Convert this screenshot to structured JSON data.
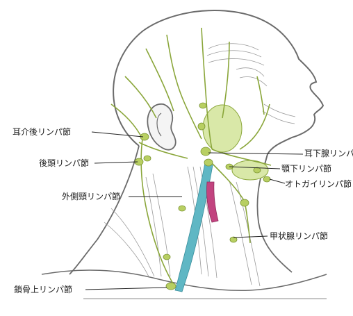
{
  "labels": {
    "posterior_auricular": "耳介後リンパ節",
    "occipital": "後頭リンパ節",
    "external_lateral": "外側頸リンパ節",
    "supraclavicular": "鎖骨上リンパ節",
    "infraauricular": "耳下腺リンパ節",
    "submandibular": "顎下リンパ節",
    "submental": "オトガイリンパ節",
    "thyroid": "甲状腺リンパ節"
  },
  "colors": {
    "line_art": "#6b6b6b",
    "lymph_vessel": "#8aa63a",
    "lymph_node": "#b8cf62",
    "gland": "#d9e8a8",
    "jugular_vein": "#5fb7c4",
    "carotid_artery": "#c2437f",
    "leader": "#222222"
  }
}
